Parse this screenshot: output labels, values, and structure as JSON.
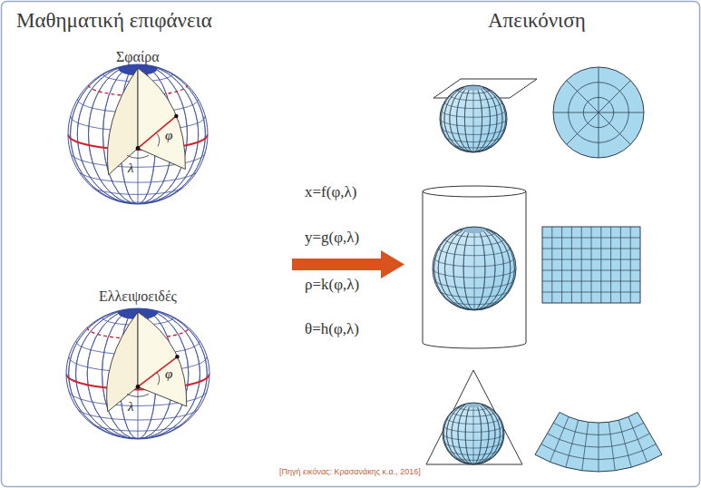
{
  "diagram": {
    "caption": "[Πηγή εικόνας: Κρασανάκης κ.α., 2016]",
    "labels": [
      "Μαθηματική επιφάνεια",
      "Απεικόνιση",
      "Σφαίρα",
      "λ",
      "φ",
      "Ελλειψοειδές",
      "λ",
      "φ",
      "x=f(φ,λ)",
      "y=g(φ,λ)",
      "ρ=k(φ,λ)",
      "θ=h(φ,λ)"
    ]
  }
}
